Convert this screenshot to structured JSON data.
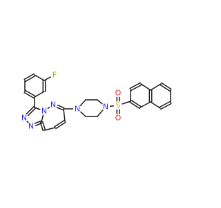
{
  "molecule": {
    "atoms": [
      {
        "id": "F1",
        "label": "F"
      },
      {
        "id": "N1",
        "label": "N"
      },
      {
        "id": "N2",
        "label": "N"
      },
      {
        "id": "N3",
        "label": "N"
      },
      {
        "id": "N4",
        "label": "N"
      },
      {
        "id": "N5",
        "label": "N"
      },
      {
        "id": "N6",
        "label": "N"
      },
      {
        "id": "S1",
        "label": "S"
      },
      {
        "id": "O1",
        "label": "O"
      },
      {
        "id": "O2",
        "label": "O"
      }
    ]
  },
  "colors": {
    "bond": "#1a1a1a",
    "carbon": "#1a1a1a",
    "nitrogen": "#2b2bff",
    "oxygen": "#ff2020",
    "sulfur": "#c8a400",
    "fluorine": "#8fbf1f"
  }
}
